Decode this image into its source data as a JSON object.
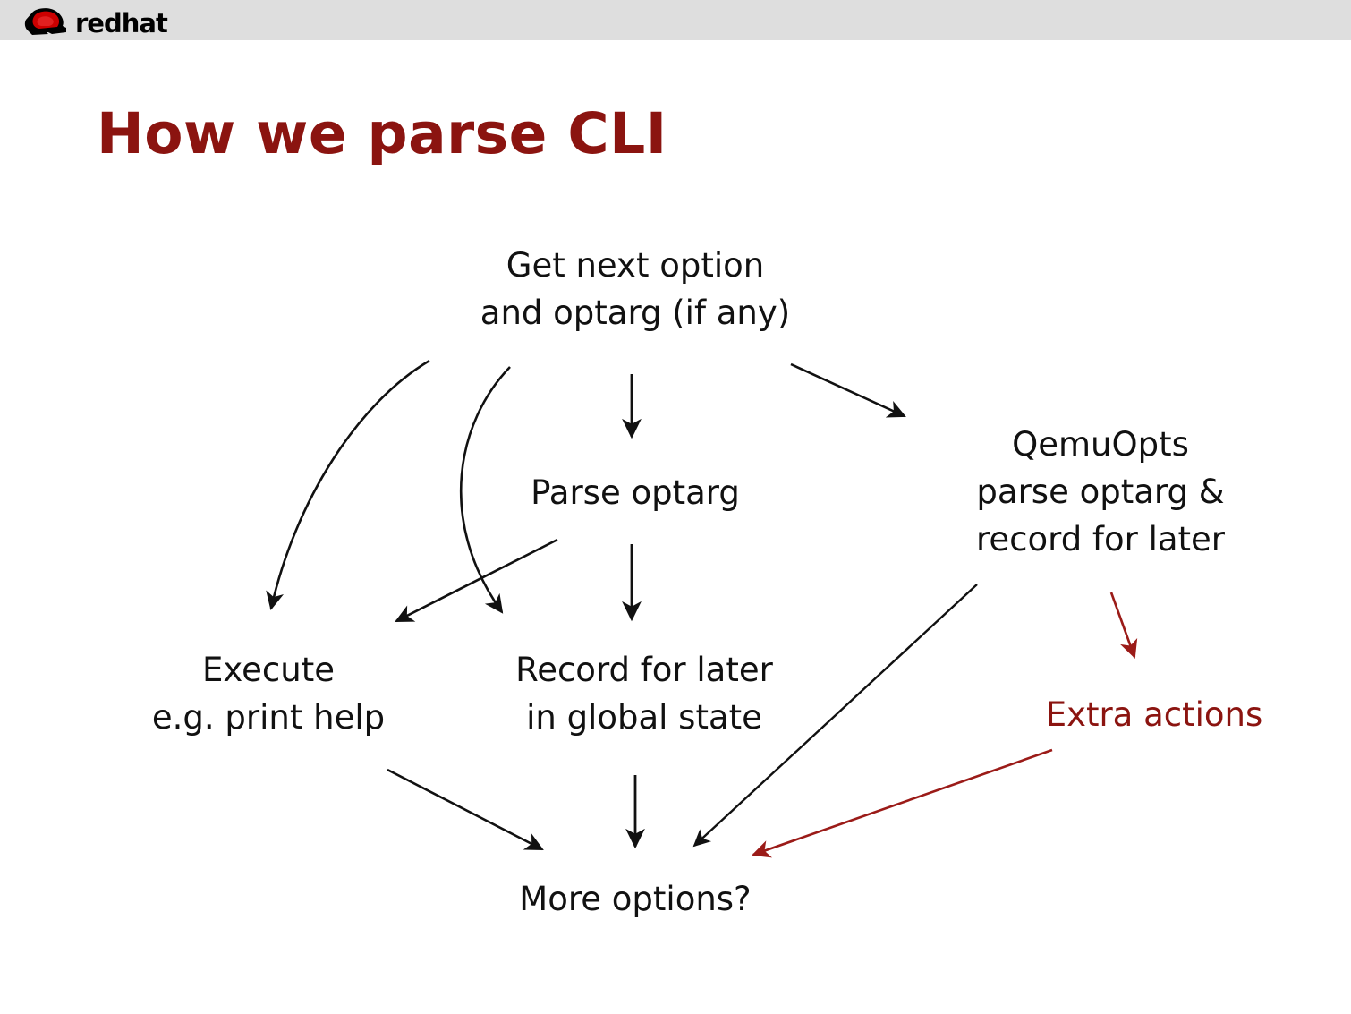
{
  "header": {
    "brand_name": "redhat",
    "brand_logo_icon": "redhat-shadowman-logo-icon",
    "band_color": "#dedede"
  },
  "slide": {
    "title": "How we parse CLI",
    "title_color": "#8b1410",
    "background_color": "#ffffff"
  },
  "diagram": {
    "type": "flowchart",
    "accent_color": "#8b1410",
    "line_color": "#111111",
    "nodes": [
      {
        "id": "get-next-option",
        "lines": [
          "Get next option",
          "and optarg (if any)"
        ],
        "color": "#111111"
      },
      {
        "id": "parse-optarg",
        "lines": [
          "Parse optarg"
        ],
        "color": "#111111"
      },
      {
        "id": "qemuopts",
        "lines": [
          "QemuOpts",
          "parse optarg &",
          "record for later"
        ],
        "color": "#111111"
      },
      {
        "id": "execute",
        "lines": [
          "Execute",
          "e.g. print help"
        ],
        "color": "#111111"
      },
      {
        "id": "record-for-later",
        "lines": [
          "Record for later",
          "in global state"
        ],
        "color": "#111111"
      },
      {
        "id": "extra-actions",
        "lines": [
          "Extra actions"
        ],
        "color": "#8b1410"
      },
      {
        "id": "more-options",
        "lines": [
          "More options?"
        ],
        "color": "#111111"
      }
    ],
    "edges": [
      {
        "id": "get-next-to-execute",
        "from": "get-next-option",
        "to": "execute",
        "style": "curved",
        "color": "#111111"
      },
      {
        "id": "get-next-to-record",
        "from": "get-next-option",
        "to": "record-for-later",
        "style": "curved",
        "color": "#111111"
      },
      {
        "id": "get-next-to-parse",
        "from": "get-next-option",
        "to": "parse-optarg",
        "style": "straight",
        "color": "#111111"
      },
      {
        "id": "get-next-to-qemuopts",
        "from": "get-next-option",
        "to": "qemuopts",
        "style": "straight",
        "color": "#111111"
      },
      {
        "id": "parse-to-execute-area",
        "from": "parse-optarg",
        "to": "execute",
        "style": "straight",
        "color": "#111111"
      },
      {
        "id": "parse-to-record",
        "from": "parse-optarg",
        "to": "record-for-later",
        "style": "straight",
        "color": "#111111"
      },
      {
        "id": "qemuopts-to-extra-actions",
        "from": "qemuopts",
        "to": "extra-actions",
        "style": "straight",
        "color": "#8b1410"
      },
      {
        "id": "qemuopts-to-more-options",
        "from": "qemuopts",
        "to": "more-options",
        "style": "straight",
        "color": "#111111"
      },
      {
        "id": "execute-to-more-options",
        "from": "execute",
        "to": "more-options",
        "style": "straight",
        "color": "#111111"
      },
      {
        "id": "record-to-more-options",
        "from": "record-for-later",
        "to": "more-options",
        "style": "straight",
        "color": "#111111"
      },
      {
        "id": "extra-actions-to-more-options",
        "from": "extra-actions",
        "to": "more-options",
        "style": "straight",
        "color": "#8b1410"
      }
    ]
  }
}
